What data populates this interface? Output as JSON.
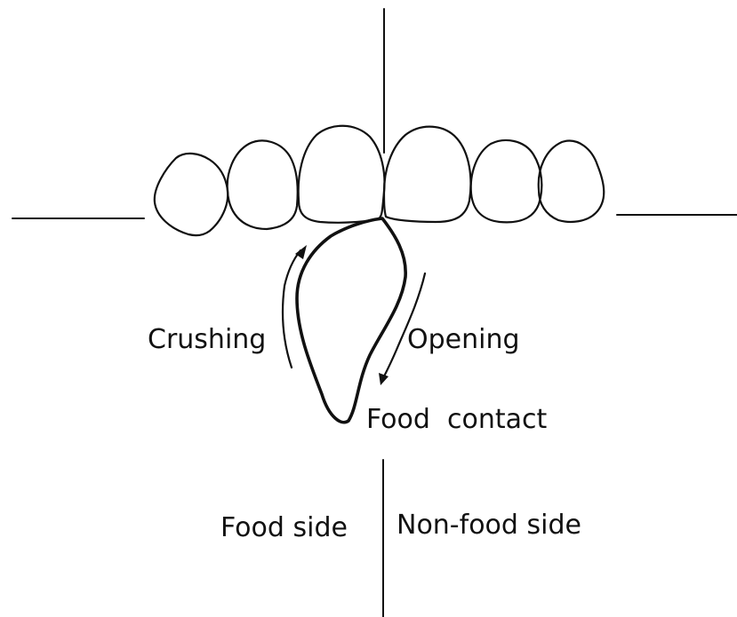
{
  "diagram": {
    "labels": {
      "crushing": "Crushing",
      "opening": "Opening",
      "food_contact": "Food  contact",
      "food_side": "Food side",
      "non_food_side": "Non-food side"
    },
    "ink_color": "#111111",
    "background_color": "#ffffff"
  }
}
